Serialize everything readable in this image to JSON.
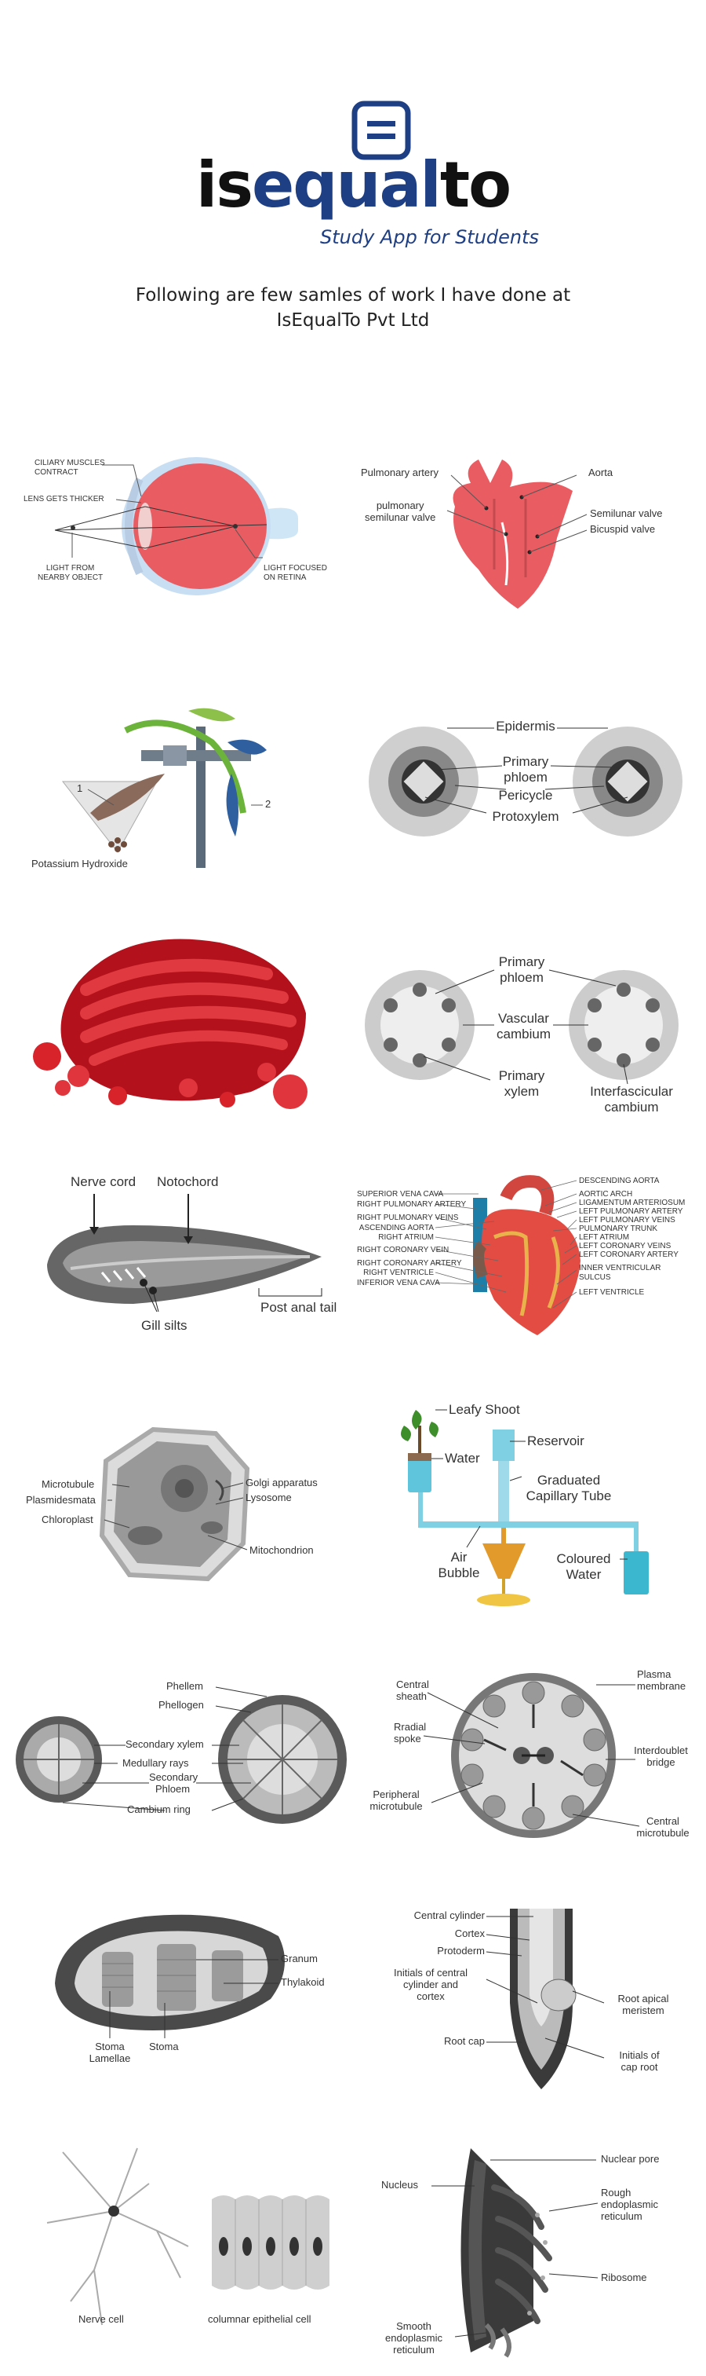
{
  "brand": {
    "wordmark_part1": "is",
    "wordmark_part2": "equal",
    "wordmark_part3": "to",
    "tagline": "Study App for Students",
    "icon": "equals-icon",
    "colors": {
      "primary": "#1e3f84",
      "dark": "#111111"
    }
  },
  "intro": {
    "line1": "Following are few samles of work I have done at",
    "line2": "IsEqualTo Pvt Ltd"
  },
  "eye": {
    "ciliary": "CILIARY MUSCLES\nCONTRACT",
    "lens": "LENS GETS THICKER",
    "light_from": "LIGHT FROM\nNEARBY OBJECT",
    "light_focused": "LIGHT FOCUSED\nON RETINA"
  },
  "heart_small": {
    "pulmonary_artery": "Pulmonary artery",
    "aorta": "Aorta",
    "pulmonary_valve": "pulmonary\nsemilunar valve",
    "semilunar_valve": "Semilunar valve",
    "bicuspid_valve": "Bicuspid valve"
  },
  "plant_exp": {
    "label_1": "1",
    "label_2": "2",
    "koh": "Potassium Hydroxide"
  },
  "root_section": {
    "epidermis": "Epidermis",
    "primary_phloem": "Primary\nphloem",
    "pericycle": "Pericycle",
    "protoxylem": "Protoxylem"
  },
  "stem_section": {
    "primary_phloem": "Primary\nphloem",
    "vascular_cambium": "Vascular\ncambium",
    "primary_xylem": "Primary\nxylem",
    "interfascicular": "Interfascicular\ncambium"
  },
  "chordate": {
    "nerve_cord": "Nerve cord",
    "notochord": "Notochord",
    "gill_slits": "Gill silts",
    "tail": "Post anal tail"
  },
  "heart_detail": {
    "left": [
      "SUPERIOR VENA CAVA",
      "RIGHT PULMONARY ARTERY",
      "RIGHT PULMONARY VEINS",
      "ASCENDING AORTA",
      "RIGHT ATRIUM",
      "RIGHT CORONARY VEIN",
      "RIGHT CORONARY ARTERY",
      "RIGHT VENTRICLE",
      "INFERIOR VENA CAVA"
    ],
    "right": [
      "DESCENDING AORTA",
      "AORTIC ARCH",
      "LIGAMENTUM ARTERIOSUM",
      "LEFT PULMONARY ARTERY",
      "LEFT PULMONARY VEINS",
      "PULMONARY TRUNK",
      "LEFT ATRIUM",
      "LEFT CORONARY VEINS",
      "LEFT CORONARY ARTERY",
      "INNER VENTRICULAR\nSULCUS",
      "LEFT VENTRICLE"
    ]
  },
  "plant_cell": {
    "microtubule": "Microtubule",
    "plasmodesmata": "Plasmidesmata",
    "chloroplast": "Chloroplast",
    "golgi": "Golgi apparatus",
    "lysosome": "Lysosome",
    "mitochondrion": "Mitochondrion"
  },
  "potometer": {
    "leafy_shoot": "Leafy Shoot",
    "water": "Water",
    "reservoir": "Reservoir",
    "graduated": "Graduated\nCapillary Tube",
    "air_bubble": "Air\nBubble",
    "coloured_water": "Coloured\nWater"
  },
  "woody_stem": {
    "phellem": "Phellem",
    "phellogen": "Phellogen",
    "secondary_xylem": "Secondary xylem",
    "medullary": "Medullary rays",
    "secondary_phloem": "Secondary\nPhloem",
    "cambium_ring": "Cambium ring"
  },
  "axoneme": {
    "central_sheath": "Central\nsheath",
    "radial_spoke": "Rradial\nspoke",
    "peripheral": "Peripheral\nmicrotubule",
    "plasma_membrane": "Plasma\nmembrane",
    "interdoublet": "Interdoublet\nbridge",
    "central_micro": "Central\nmicrotubule"
  },
  "chloroplast": {
    "granum": "Granum",
    "thylakoid": "Thylakoid",
    "stoma_lamellae": "Stoma\nLamellae",
    "stoma": "Stoma"
  },
  "root_tip": {
    "central_cylinder": "Central cylinder",
    "cortex": "Cortex",
    "protoderm": "Protoderm",
    "initials": "Initials of central\ncylinder and\ncortex",
    "root_cap": "Root cap",
    "apical": "Root apical\nmeristem",
    "cap_root": "Initials of\ncap root"
  },
  "cells": {
    "nerve": "Nerve cell",
    "epithelial": "columnar epithelial cell"
  },
  "nucleus": {
    "nucleus": "Nucleus",
    "pore": "Nuclear pore",
    "rough_er": "Rough\nendoplasmic\nreticulum",
    "ribosome": "Ribosome",
    "smooth_er": "Smooth\nendoplasmic\nreticulum"
  }
}
